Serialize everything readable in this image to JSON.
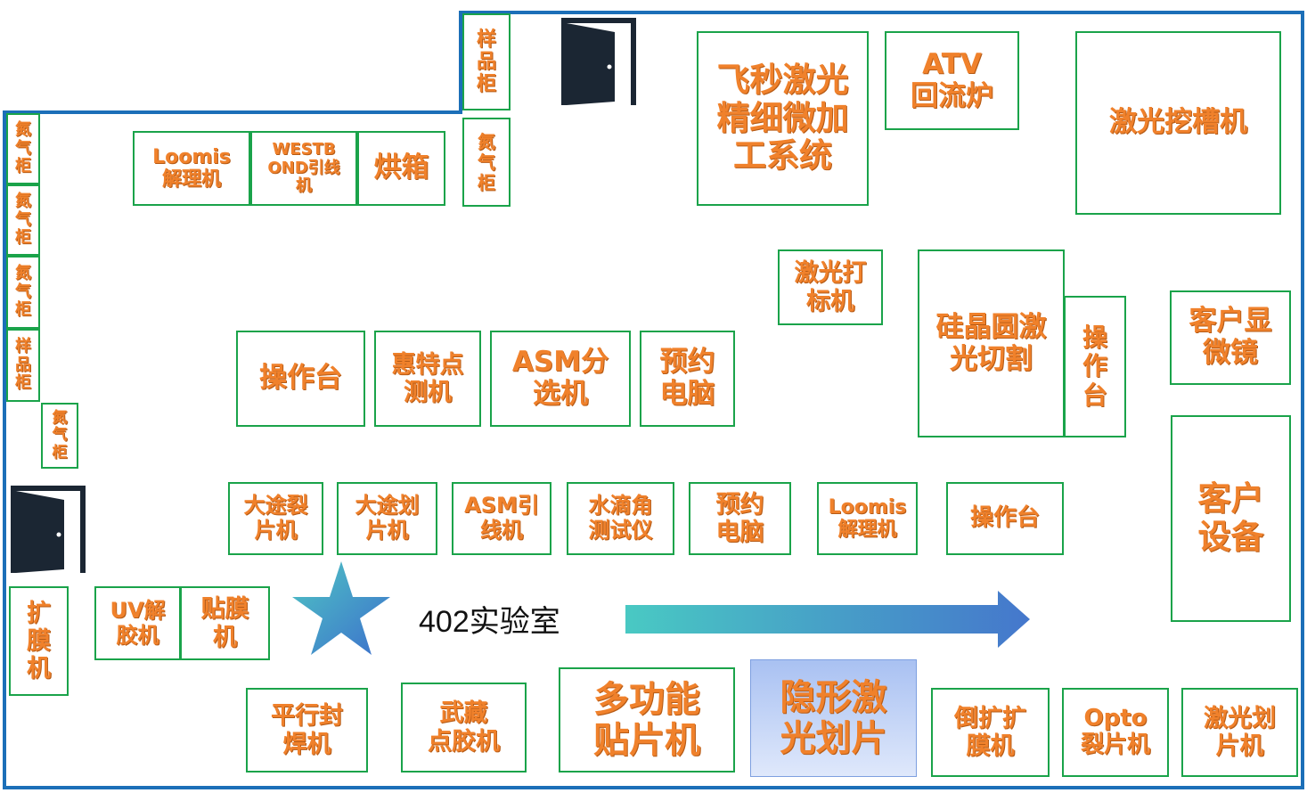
{
  "title": "402实验室",
  "colors": {
    "wall": "#1c6fb8",
    "box_border": "#1aa34a",
    "label": "#f0812b",
    "highlight_fill": "#b8cbf3",
    "door": "#1b2633",
    "arrow_start": "#49c9c3",
    "arrow_end": "#4577cc"
  },
  "icons": [
    "door-icon",
    "door-icon",
    "star-icon",
    "arrow-right-icon"
  ],
  "rooms": [
    {
      "id": "sample-cabinet-top",
      "label": "样\n品\n柜"
    },
    {
      "id": "nitrogen-cabinet-top",
      "label": "氮\n气\n柜"
    },
    {
      "id": "femtosecond-laser",
      "label": "飞秒激光\n精细微加\n工系统"
    },
    {
      "id": "atv-reflow",
      "label": "ATV\n回流炉"
    },
    {
      "id": "laser-grooving",
      "label": "激光挖槽机"
    },
    {
      "id": "nitrogen-1",
      "label": "氮\n气\n柜"
    },
    {
      "id": "nitrogen-2",
      "label": "氮\n气\n柜"
    },
    {
      "id": "nitrogen-3",
      "label": "氮\n气\n柜"
    },
    {
      "id": "sample-left",
      "label": "样\n品\n柜"
    },
    {
      "id": "nitrogen-4",
      "label": "氮\n气\n柜"
    },
    {
      "id": "loomis-1",
      "label": "Loomis\n解理机"
    },
    {
      "id": "westbond",
      "label": "WESTB\nOND引线\n机"
    },
    {
      "id": "oven",
      "label": "烘箱"
    },
    {
      "id": "laser-marking",
      "label": "激光打\n标机"
    },
    {
      "id": "wafer-laser-cut",
      "label": "硅晶圆激\n光切割"
    },
    {
      "id": "operation-vertical",
      "label": "操\n作\n台"
    },
    {
      "id": "customer-microscope",
      "label": "客户显\n微镜"
    },
    {
      "id": "operation-1",
      "label": "操作台"
    },
    {
      "id": "hwt-prober",
      "label": "惠特点\n测机"
    },
    {
      "id": "asm-sorter",
      "label": "ASM分\n选机"
    },
    {
      "id": "booking-pc-1",
      "label": "预约\n电脑"
    },
    {
      "id": "customer-equipment",
      "label": "客户\n设备"
    },
    {
      "id": "daz-cleaver",
      "label": "大途裂\n片机"
    },
    {
      "id": "daz-scriber",
      "label": "大途划\n片机"
    },
    {
      "id": "asm-wire-bonder",
      "label": "ASM引\n线机"
    },
    {
      "id": "contact-angle",
      "label": "水滴角\n测试仪"
    },
    {
      "id": "booking-pc-2",
      "label": "预约\n电脑"
    },
    {
      "id": "loomis-2",
      "label": "Loomis\n解理机"
    },
    {
      "id": "operation-2",
      "label": "操作台"
    },
    {
      "id": "expander",
      "label": "扩\n膜\n机"
    },
    {
      "id": "uv-debonder",
      "label": "UV解\n胶机"
    },
    {
      "id": "laminator",
      "label": "贴膜\n机"
    },
    {
      "id": "seam-sealer",
      "label": "平行封\n焊机"
    },
    {
      "id": "musashi-dispenser",
      "label": "武藏\n点胶机"
    },
    {
      "id": "multi-die-bonder",
      "label": "多功能\n贴片机"
    },
    {
      "id": "stealth-dicing",
      "label": "隐形激\n光划片"
    },
    {
      "id": "inverted-expander",
      "label": "倒扩扩\n膜机"
    },
    {
      "id": "opto-cleaver",
      "label": "Opto\n裂片机"
    },
    {
      "id": "laser-scriber",
      "label": "激光划\n片机"
    }
  ]
}
